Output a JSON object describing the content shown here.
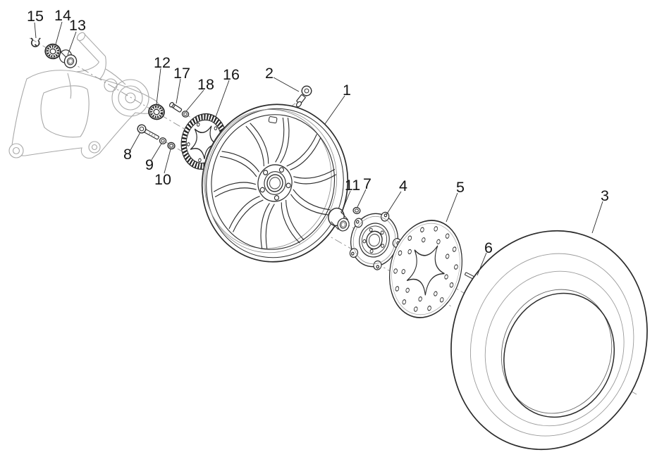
{
  "diagram": {
    "kind": "exploded-parts-line-drawing",
    "colors": {
      "background": "#ffffff",
      "part_line": "#2b2b2b",
      "background_part_line": "#a8a8a8",
      "centerline": "#909090",
      "label_text": "#141414"
    },
    "callouts": [
      {
        "label": "1",
        "part": "wheel-rim"
      },
      {
        "label": "2",
        "part": "tyre-valve"
      },
      {
        "label": "3",
        "part": "tyre"
      },
      {
        "label": "4",
        "part": "hub-flange"
      },
      {
        "label": "5",
        "part": "brake-disc"
      },
      {
        "label": "6",
        "part": "screw"
      },
      {
        "label": "7",
        "part": "nut"
      },
      {
        "label": "8",
        "part": "screw"
      },
      {
        "label": "9",
        "part": "washer"
      },
      {
        "label": "10",
        "part": "washer"
      },
      {
        "label": "11",
        "part": "spacer"
      },
      {
        "label": "12",
        "part": "bearing"
      },
      {
        "label": "13",
        "part": "spacer-bushing"
      },
      {
        "label": "14",
        "part": "bearing"
      },
      {
        "label": "15",
        "part": "retaining-clip"
      },
      {
        "label": "16",
        "part": "tone-wheel"
      },
      {
        "label": "17",
        "part": "screw"
      },
      {
        "label": "18",
        "part": "nut"
      }
    ]
  }
}
